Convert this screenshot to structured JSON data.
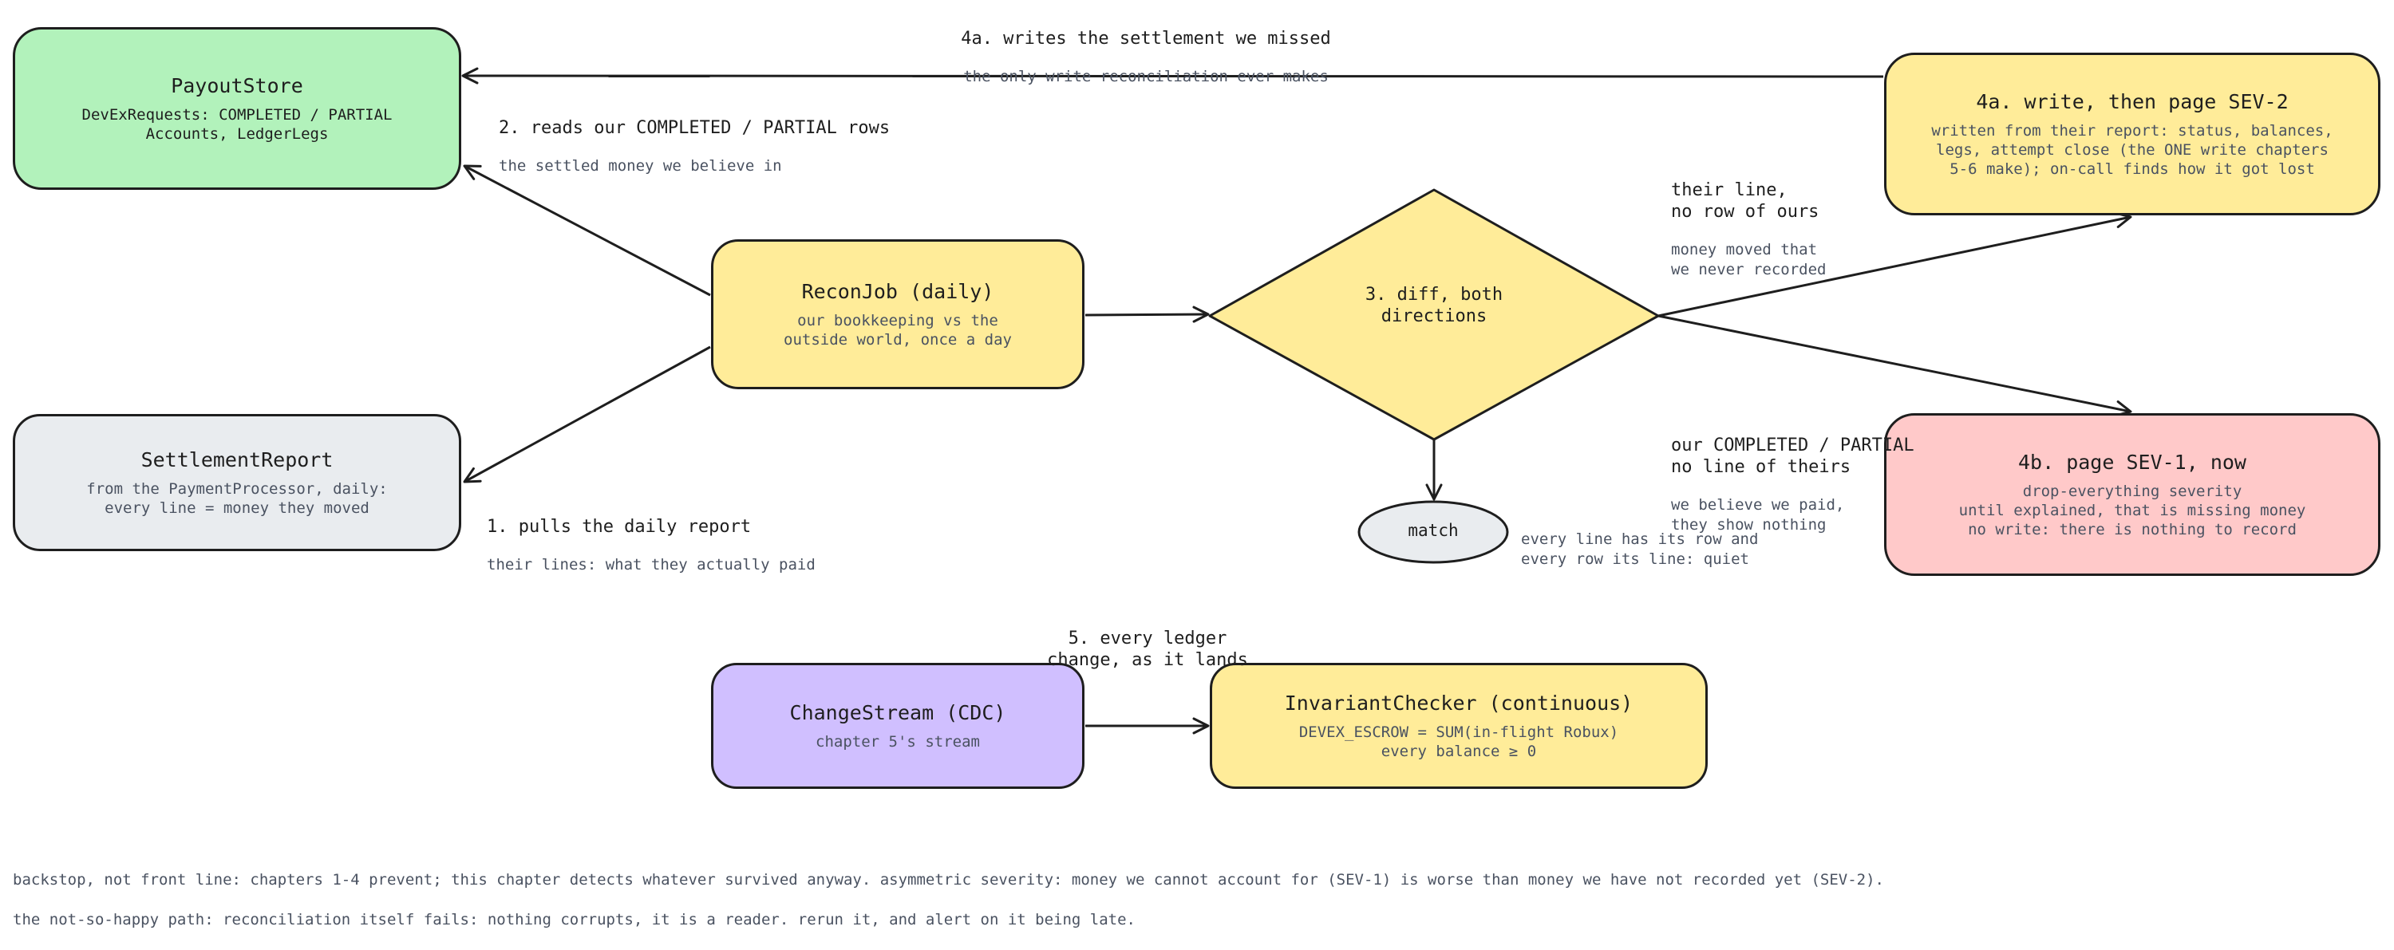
{
  "colors": {
    "green": "#b2f2bb",
    "yellow": "#ffec99",
    "gray": "#e9ecef",
    "red": "#ffc9c9",
    "purple": "#d0bfff",
    "stroke": "#1e1e1e",
    "muted": "#4a5261"
  },
  "nodes": {
    "payout_store": {
      "title": "PayoutStore",
      "sub": "DevExRequests: COMPLETED / PARTIAL\nAccounts, LedgerLegs"
    },
    "settlement_report": {
      "title": "SettlementReport",
      "sub": "from the PaymentProcessor, daily:\nevery line = money they moved"
    },
    "recon_job": {
      "title": "ReconJob (daily)",
      "sub": "our bookkeeping vs the\noutside world, once a day"
    },
    "diff": {
      "title": "3. diff, both\ndirections"
    },
    "write_sev2": {
      "title": "4a. write, then page SEV-2",
      "sub": "written from their report: status, balances,\nlegs, attempt close (the ONE write chapters\n5-6 make); on-call finds how it got lost"
    },
    "page_sev1": {
      "title": "4b. page SEV-1, now",
      "sub": "drop-everything severity\nuntil explained, that is missing money\nno write: there is nothing to record"
    },
    "match": {
      "title": "match"
    },
    "change_stream": {
      "title": "ChangeStream (CDC)",
      "sub": "chapter 5's stream"
    },
    "invariant_checker": {
      "title": "InvariantChecker (continuous)",
      "sub": "DEVEX_ESCROW = SUM(in-flight Robux)\nevery balance ≥ 0"
    }
  },
  "labels": {
    "writes_settlement": {
      "title": "4a. writes the settlement we missed",
      "sub": "the only write reconciliation ever makes"
    },
    "reads_rows": {
      "title": "2. reads our COMPLETED / PARTIAL rows",
      "sub": "the settled money we believe in"
    },
    "pulls_report": {
      "title": "1. pulls the daily report",
      "sub": "their lines: what they actually paid"
    },
    "their_line": {
      "title": "their line,\nno row of ours",
      "sub": "money moved that\nwe never recorded"
    },
    "our_completed": {
      "title": "our COMPLETED / PARTIAL\nno line of theirs",
      "sub": "we believe we paid,\nthey show nothing"
    },
    "match_note": {
      "sub": "every line has its row and\nevery row its line: quiet"
    },
    "every_ledger": {
      "title": "5. every ledger\nchange, as it lands"
    }
  },
  "footer": {
    "line1": "backstop, not front line: chapters 1-4 prevent; this chapter detects whatever survived anyway. asymmetric severity: money we cannot account for (SEV-1) is worse than money we have not recorded yet (SEV-2).",
    "line2": "the not-so-happy path: reconciliation itself fails: nothing corrupts, it is a reader. rerun it, and alert on it being late."
  }
}
